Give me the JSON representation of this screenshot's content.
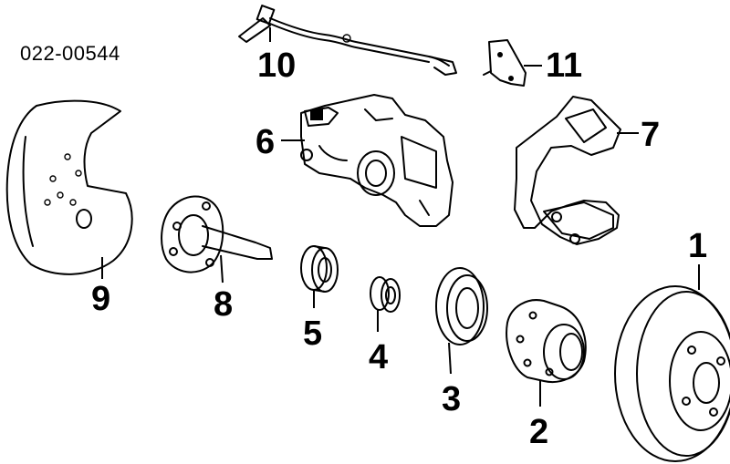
{
  "diagram": {
    "part_code": "022-00544",
    "callouts": [
      {
        "id": "1",
        "label": "1"
      },
      {
        "id": "2",
        "label": "2"
      },
      {
        "id": "3",
        "label": "3"
      },
      {
        "id": "4",
        "label": "4"
      },
      {
        "id": "5",
        "label": "5"
      },
      {
        "id": "6",
        "label": "6"
      },
      {
        "id": "7",
        "label": "7"
      },
      {
        "id": "8",
        "label": "8"
      },
      {
        "id": "9",
        "label": "9"
      },
      {
        "id": "10",
        "label": "10"
      },
      {
        "id": "11",
        "label": "11"
      }
    ]
  }
}
